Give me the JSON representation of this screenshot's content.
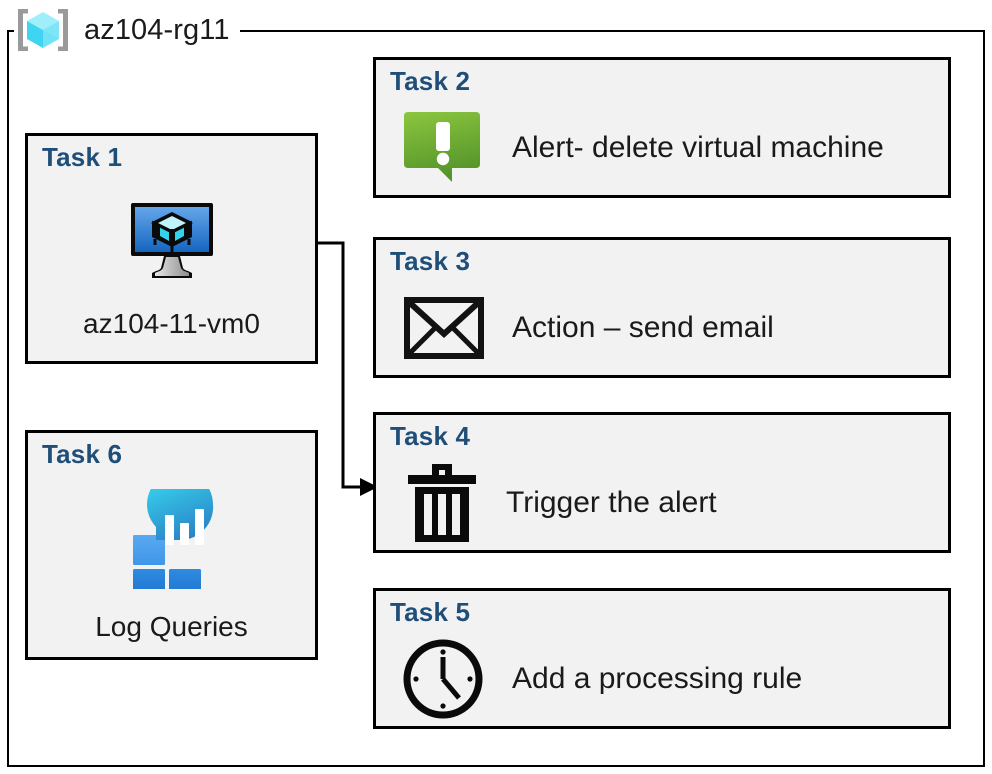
{
  "diagram": {
    "type": "azure-architecture-task-diagram",
    "resource_group": {
      "name": "az104-rg11",
      "icon": "azure-resource-group-icon"
    },
    "colors": {
      "task_label": "#1F4E79",
      "box_fill": "#F2F2F2",
      "box_border": "#000000",
      "alert_green_light": "#84C340",
      "alert_green_dark": "#5B9B27",
      "vm_blue_light": "#5A9FE8",
      "vm_blue_dark": "#1565C0",
      "log_cyan": "#32D0E8",
      "log_blue": "#2585D6",
      "rg_cube_cyan": "#7FE6F7",
      "rg_bracket_gray": "#9A9A9A"
    },
    "tasks": [
      {
        "id": "task-1",
        "label": "Task 1",
        "caption": "az104-11-vm0",
        "icon": "virtual-machine-icon",
        "layout": "vertical"
      },
      {
        "id": "task-2",
        "label": "Task 2",
        "caption": "Alert- delete virtual machine",
        "icon": "alert-bubble-icon",
        "layout": "horizontal"
      },
      {
        "id": "task-3",
        "label": "Task 3",
        "caption": "Action – send email",
        "icon": "envelope-icon",
        "layout": "horizontal"
      },
      {
        "id": "task-4",
        "label": "Task 4",
        "caption": "Trigger the alert",
        "icon": "trash-can-icon",
        "layout": "horizontal"
      },
      {
        "id": "task-5",
        "label": "Task 5",
        "caption": "Add a processing rule",
        "icon": "clock-icon",
        "layout": "horizontal"
      },
      {
        "id": "task-6",
        "label": "Task 6",
        "caption": "Log Queries",
        "icon": "log-analytics-icon",
        "layout": "vertical"
      }
    ],
    "connectors": [
      {
        "from": "task-1",
        "to": "task-4",
        "style": "elbow-arrow",
        "arrowhead": "right"
      }
    ]
  }
}
